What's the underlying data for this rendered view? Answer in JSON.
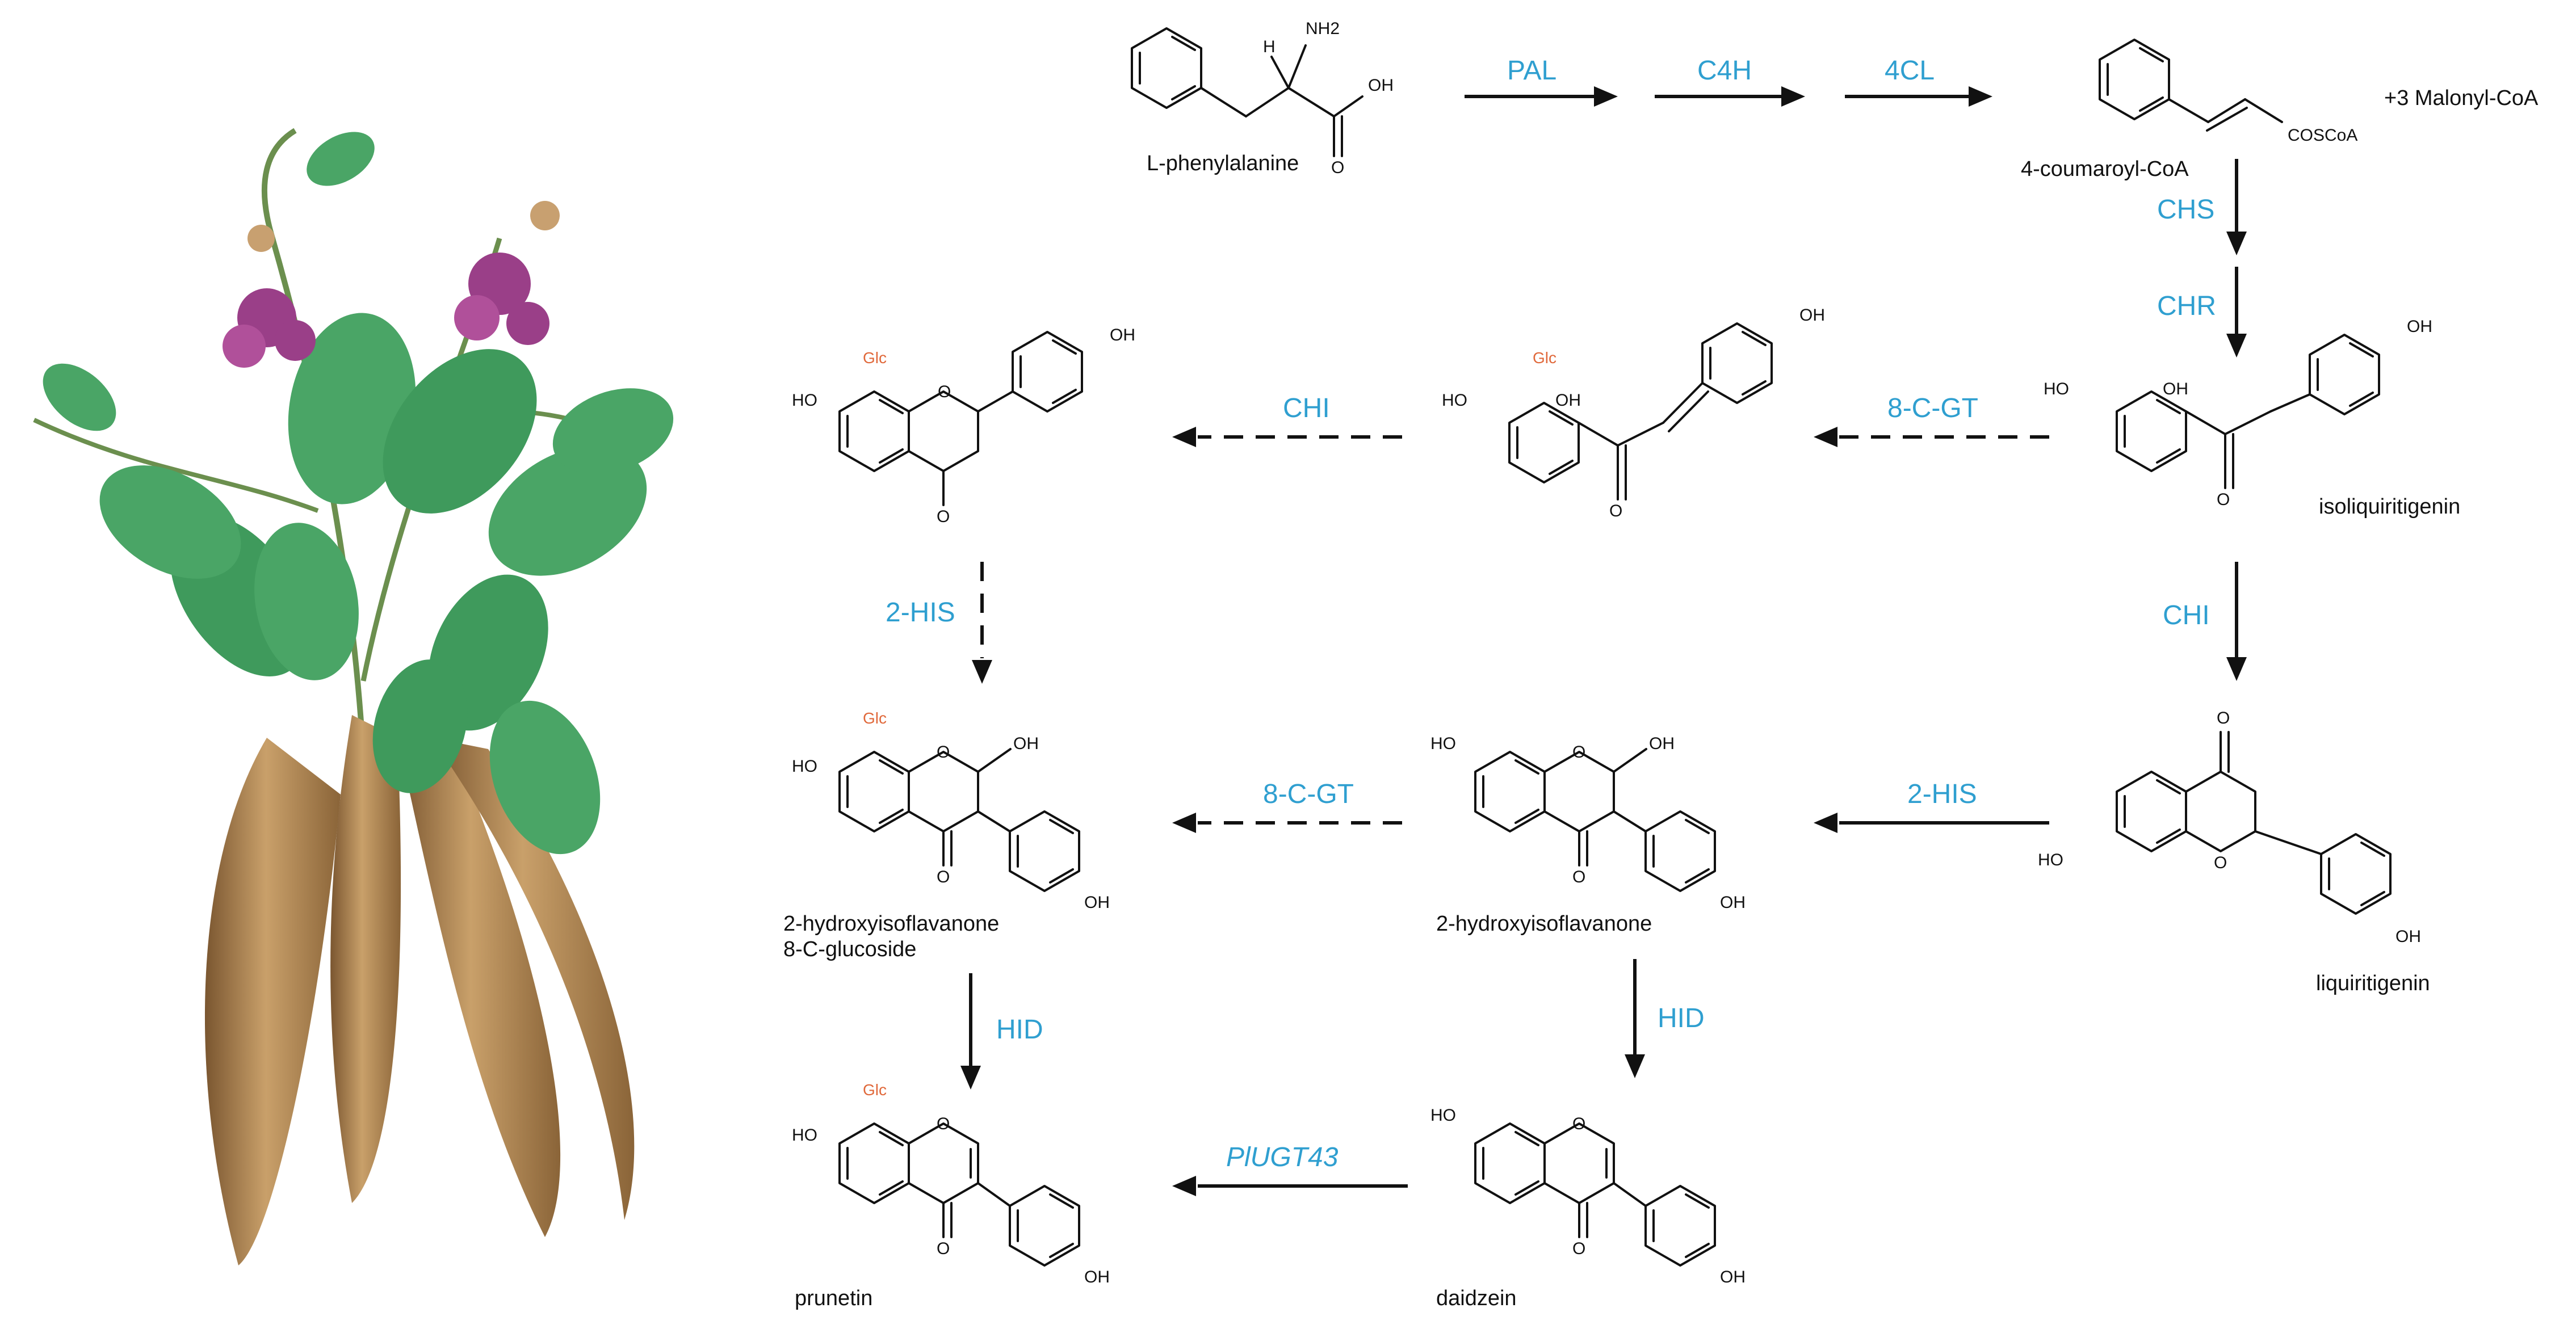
{
  "enzymes": {
    "pal": "PAL",
    "c4h": "C4H",
    "fourcl": "4CL",
    "chs": "CHS",
    "chr": "CHR",
    "chi_right": "CHI",
    "his_right": "2-HIS",
    "hid_mid": "HID",
    "ugt": "PlUGT43",
    "gt_top": "8-C-GT",
    "chi_top": "CHI",
    "his_left": "2-HIS",
    "gt_mid": "8-C-GT",
    "hid_left": "HID"
  },
  "compounds": {
    "phe": "L-phenylalanine",
    "coumaroyl": "4-coumaroyl-CoA",
    "malonyl": "+3 Malonyl-CoA",
    "isoliq": "isoliquiritigenin",
    "liq": "liquiritigenin",
    "hiso": "2-hydroxyisoflavanone",
    "hiso_glc_1": "2-hydroxyisoflavanone",
    "hiso_glc_2": "8-C-glucoside",
    "daidzein": "daidzein",
    "prunetin": "prunetin"
  },
  "atoms": {
    "oh": "OH",
    "ho": "HO",
    "o": "O",
    "h": "H",
    "nh2": "NH2",
    "coscoa": "COSCoA",
    "glc": "Glc"
  },
  "colors": {
    "enzyme_text": "#2f9fd0",
    "glc_text": "#e0683a",
    "leaf": "#3f9a5c",
    "flower": "#9a3f88",
    "root": "#b48a58"
  },
  "illustration": {
    "subject": "plant-with-tuberous-roots"
  }
}
